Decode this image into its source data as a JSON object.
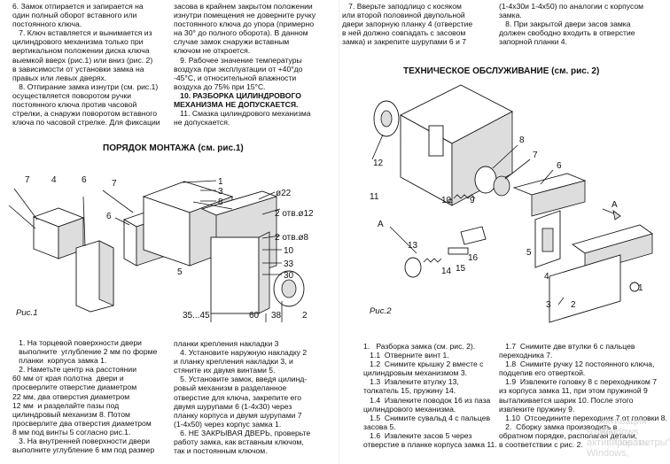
{
  "top": {
    "col1": "6. Замок отпирается и запирается на\nодин полный оборот вставного или\nпостоянного ключа.\n   7. Ключ вставляется и вынимается из\nцилиндрового механизма только при\nвертикальном положении диска ключа\nвыемкой вверх (рис.1) или вниз (рис. 2)\nв зависимости от установки замка на\nправых или левых дверях.\n   8. Отпирание замка изнутри (см. рис.1)\nосуществляется поворотом ручки\nпостоянного ключа против часовой\nстрелки, а снаружи поворотом вставного\nключа по часовой стрелке. Для фиксации",
    "col2_normal": "засова в крайнем закрытом положении\nизнутри помещения не доверните ручку\nпостоянного ключа до упора (примерно\nна 30° до полного оборота). В данном\nслучае замок снаружи вставным\nключом не откроется.\n   9. Рабочее значение температуры\nвоздуха при эксплуатации от +40°до\n-45°С, и относительной влажности\nвоздуха до 75% при 15°С.",
    "col2_bold": "   10. РАЗБОРКА ЦИЛИНДРОВОГО\nМЕХАНИЗМА НЕ ДОПУСКАЕТСЯ.",
    "col2_tail": "   11. Смазка цилиндрового механизма\nне допускается.",
    "col3": "   7. Вверьте заподлицо с косяком\nили второй половиной двупольной\nдвери запорную планку 4 (отверстие\nв ней должно совпадать с засовом\nзамка) и закрепите шурупами 6 и 7",
    "col4": "(1-4х30и 1-4х50) по аналогии с корпусом\nзамка.\n   8. При закрытой двери засов замка\nдолжен свободно входить в отверстие\nзапорной планки 4."
  },
  "headings": {
    "mount": "ПОРЯДОК МОНТАЖА (см. рис.1)",
    "maint": "ТЕХНИЧЕСКОЕ ОБСЛУЖИВАНИЕ  (см. рис. 2)"
  },
  "figures": {
    "fig1_label": "Рис.1",
    "fig2_label": "Рис.2",
    "fig1": {
      "n7a": "7",
      "n4": "4",
      "n6a": "6",
      "n7b": "7",
      "n1": "1",
      "n3": "3",
      "n8": "8",
      "n6b": "6",
      "n5": "5",
      "d22": "ø22",
      "d12": "2 отв.ø12",
      "d8": "2 отв.ø8",
      "d10": "10",
      "d33": "33",
      "d30": "30",
      "d3545": "35...45",
      "d60": "60",
      "d38": "38",
      "d2": "2"
    },
    "fig2": {
      "n12": "12",
      "n11": "11",
      "n8": "8",
      "n7": "7",
      "n6": "6",
      "n10": "10",
      "n9": "9",
      "nA1": "A",
      "nA2": "A",
      "n13": "13",
      "n14": "14",
      "n15": "15",
      "n16": "16",
      "n5": "5",
      "n4": "4",
      "n1": "1",
      "n3": "3",
      "n2": "2"
    }
  },
  "bottom": {
    "col1": "   1. На торцевой поверхности двери\n   выполните  углубление 2 мм по форме\n   планки  корпуса замка 1.\n   2. Наметьте центр на расстоянии\n60 мм от края полотна  двери и\nпросверлите отверстие диаметром\n22 мм, два отверстия диаметром\n12 мм  и разделайте пазы под\nцилиндровый механизм 8. Потом\nпросверлите два отверстия диаметром\n8 мм под винты 5 согласно рис.1.\n   3. На внутренней поверхности двери\nвыполните углубление 6 мм под размер",
    "col2": "планки крепления накладки 3\n   4. Установите наружную накладку 2\nи планку крепления накладки 3, и\nстяните их двумя винтами 5.\n   5. Установите замок, введя цилинд-\nровый механизм в разделанное\nотверстие для ключа, закрепите его\nдвумя шурупами 6 (1-4х30) через\nпланку корпуса и двумя шурупами 7\n(1-4х50) через корпус замка 1.\n   6. НЕ ЗАКРЫВАЯ ДВЕРЬ, проверьте\nработу замка, как вставным ключом,\nтак и постоянным ключом.",
    "col3": "1.   Разборка замка (см. рис. 2).\n   1.1  Отверните винт 1.\n   1.2  Снимите крышку 2 вместе с\nцилиндровым механизмом 3.\n   1.3  Извлеките втулку 13,\nтолкатель 15, пружину 14.\n   1.4  Извлеките поводок 16 из паза\nцилиндрового механизма.\n   1.5  Снимите сувальд 4 с пальцев\nзасова 5.\n   1.6  Извлеките засов 5 через\nотверстие в планке корпуса замка 11.",
    "col4": "   1.7  Снимите две втулки 6 с пальцев\nпереходника 7.\n   1.8  Снимите ручку 12 постоянного ключа,\nподцепив его отверткой.\n   1.9  Извлеките головку 8 с переходником 7\nиз корпуса замка 11, при этом пружиной 9\nвыталкивается шарик 10. После этого\nизвлеките пружину 9.\n   1.10  Отсоедините переходник 7 от головки 8.\n   2.  Сборку замка производить в\nобратном порядке, располагая детали,\nв соответствии с рис. 2."
  },
  "watermark": [
    "Активация Windows",
    "Чтобы активировать Windows,",
    "\"Параметры\""
  ]
}
